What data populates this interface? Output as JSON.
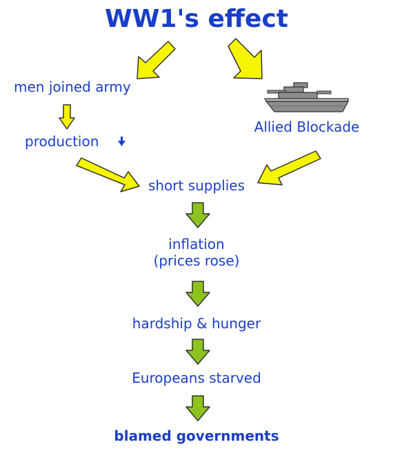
{
  "title": "WW1's effect",
  "nodes": {
    "men_joined_army": "men joined army",
    "production": "production",
    "allied_blockade": "Allied Blockade",
    "short_supplies": "short supplies",
    "inflation_line1": "inflation",
    "inflation_line2": "(prices rose)",
    "hardship_hunger": "hardship & hunger",
    "europeans_starved": "Europeans starved",
    "blamed_governments": "blamed governments"
  },
  "icons": {
    "production_decrease": "down-arrow-icon",
    "blockade": "warship-icon"
  },
  "colors": {
    "text": "#1a3ec8",
    "yellow_arrow": "#f5f500",
    "green_arrow": "#8ec31f",
    "arrow_outline": "#2f2f2f",
    "ship": "#8c8c8c"
  }
}
